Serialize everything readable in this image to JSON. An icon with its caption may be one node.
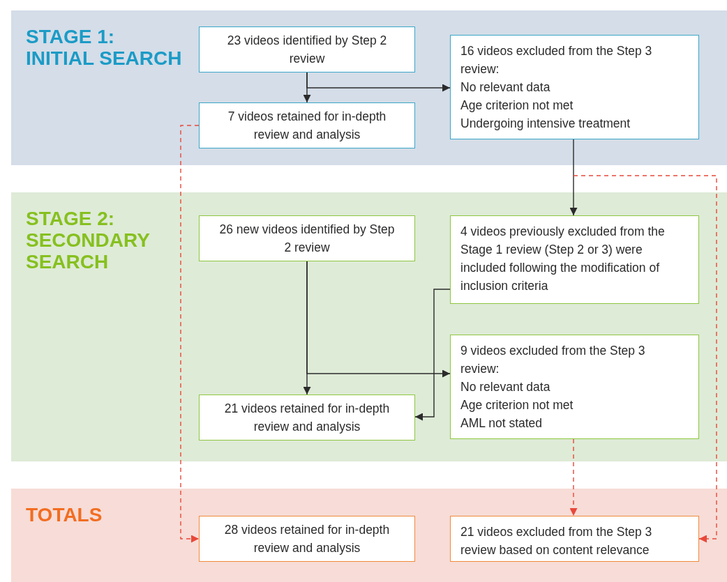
{
  "diagram": {
    "nodes": [
      {
        "text": [
          "STAGE 1: INITIAL SEARCH"
        ]
      },
      {
        "text": [
          "23 videos identified by Step 2 review"
        ],
        "in": 0
      },
      {
        "text": [
          "16 videos excluded from the Step 3 review:",
          "No relevant data",
          "Age criterion not met",
          "Undergoing intensive treatment"
        ],
        "in": 0
      },
      {
        "text": [
          "7 videos retained for in-depth review and analysis"
        ],
        "in": 0
      },
      {
        "text": [
          "STAGE 2: SECONDARY SEARCH"
        ]
      },
      {
        "text": [
          "26 new videos identified by Step 2 review"
        ],
        "in": 4
      },
      {
        "text": [
          "4 videos previously excluded from the Stage 1 review (Step 2 or 3) were included following the modification of inclusion criteria"
        ],
        "in": 4
      },
      {
        "text": [
          "9 videos excluded from the Step 3 review:",
          "No relevant data",
          "Age criterion not met",
          "AML not stated"
        ],
        "in": 4
      },
      {
        "text": [
          "21 videos retained for in-depth review and analysis"
        ],
        "in": 4
      },
      {
        "text": [
          "TOTALS"
        ]
      },
      {
        "text": [
          "28 videos retained for in-depth review and analysis"
        ],
        "in": 9
      },
      {
        "text": [
          "21 videos excluded from the Step 3 review based on content relevance"
        ],
        "in": 9
      }
    ],
    "edges": [
      {
        "from": 1,
        "to": 3,
        "arrow": "to"
      },
      {
        "from": 1,
        "to": 2,
        "arrow": "to"
      },
      {
        "from": 2,
        "to": 6,
        "arrow": "to"
      },
      {
        "from": 5,
        "to": 8,
        "arrow": "to"
      },
      {
        "from": 5,
        "to": 7,
        "arrow": "to"
      },
      {
        "from": 6,
        "to": 8,
        "arrow": "to"
      },
      {
        "from": 3,
        "to": 10,
        "arrow": "to",
        "style": "dashed",
        "color": "#e8483a"
      },
      {
        "from": 7,
        "to": 11,
        "arrow": "to",
        "style": "dashed",
        "color": "#e8483a"
      },
      {
        "from": 2,
        "to": 11,
        "arrow": "to",
        "style": "dashed",
        "color": "#e8483a"
      }
    ]
  }
}
